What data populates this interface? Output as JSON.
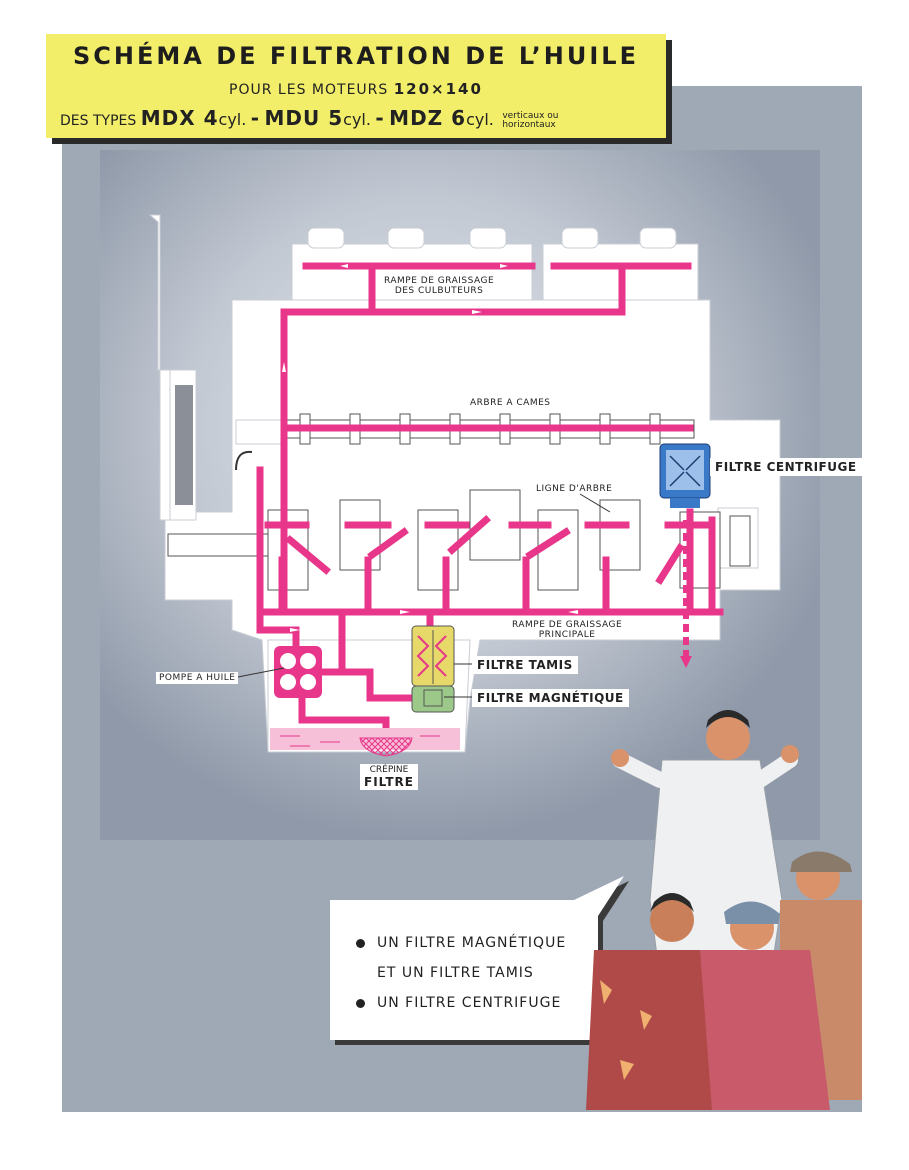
{
  "title": {
    "line1": "SCHÉMA DE FILTRATION DE L’HUILE",
    "line2_prefix": "POUR LES MOTEURS",
    "line2_size": "120×140",
    "types_prefix": "DES TYPES",
    "mdx": "MDX 4",
    "mdu": "MDU 5",
    "mdz": "MDZ 6",
    "cyl": "cyl.",
    "dash": "-",
    "orientation_1": "verticaux ou",
    "orientation_2": "horizontaux"
  },
  "labels": {
    "rampe_culbuteurs_1": "RAMPE DE GRAISSAGE",
    "rampe_culbuteurs_2": "DES CULBUTEURS",
    "arbre_cames": "ARBRE A CAMES",
    "ligne_arbre": "LIGNE D'ARBRE",
    "rampe_principale_1": "RAMPE DE GRAISSAGE",
    "rampe_principale_2": "PRINCIPALE",
    "pompe": "POMPE A HUILE",
    "crepine_1": "CRÉPINE",
    "crepine_2": "FILTRE",
    "filtre_centrifuge": "FILTRE CENTRIFUGE",
    "filtre_tamis": "FILTRE TAMIS",
    "filtre_magnetique": "FILTRE MAGNÉTIQUE"
  },
  "bubble": {
    "line1": "UN FILTRE MAGNÉTIQUE",
    "line2": "ET UN FILTRE TAMIS",
    "line3": "UN FILTRE CENTRIFUGE"
  },
  "colors": {
    "background": "#9fa8b5",
    "oil_line": "#e8368a",
    "title_bg": "#f2ee6a",
    "engine": "#ffffff",
    "centrifuge_filter": "#3a78c8",
    "screen_filter": "#e6d96a",
    "magnetic_filter": "#9cc98a"
  }
}
